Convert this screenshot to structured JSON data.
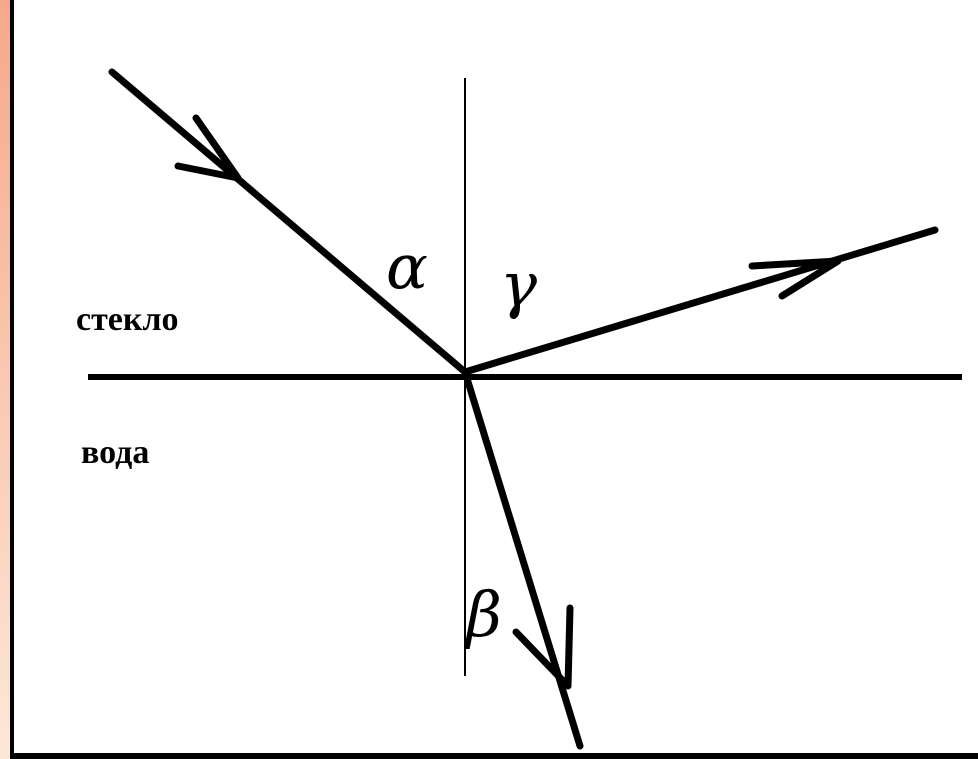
{
  "labels": {
    "upper_medium": "стекло",
    "lower_medium": "вода"
  },
  "angles": {
    "incidence": "α",
    "reflection": "γ",
    "refraction": "β"
  },
  "colors": {
    "background": "#ffffff",
    "ink": "#000000",
    "strip_top": "#f6a88a",
    "strip_bottom": "#fde8d8"
  }
}
